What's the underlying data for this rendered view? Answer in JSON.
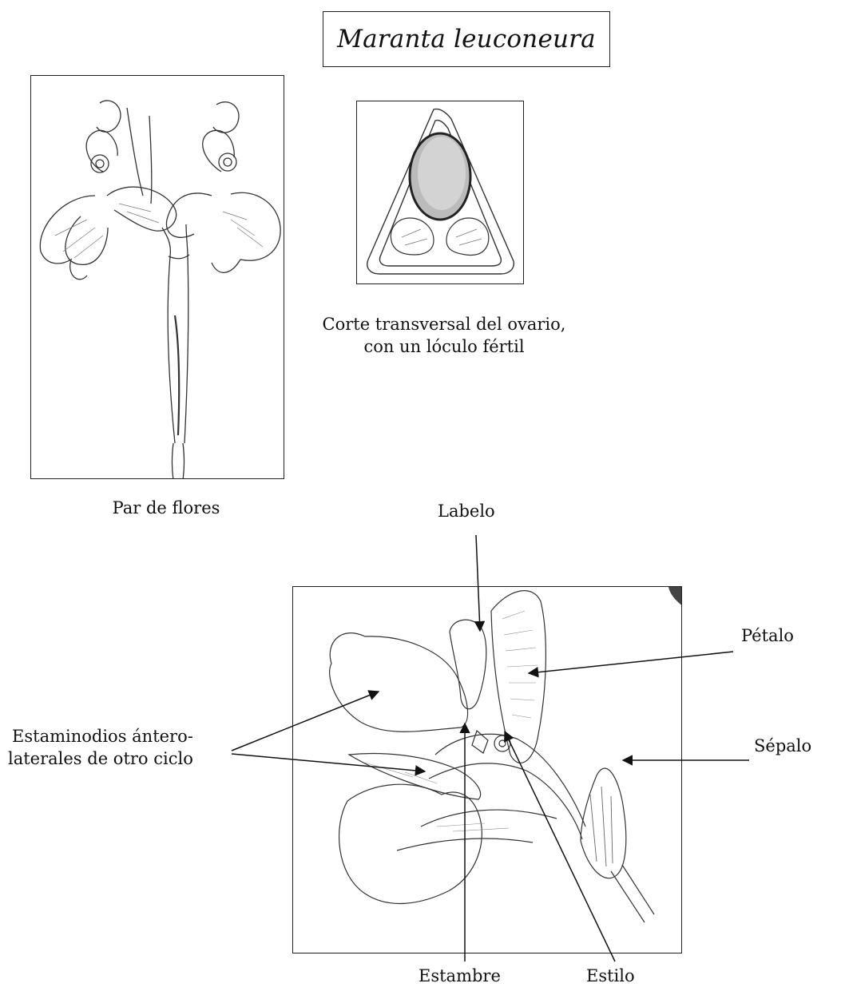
{
  "title": "Maranta leuconeura",
  "captions": {
    "flower_pair": "Par de flores",
    "ovary_line1": "Corte transversal del ovario,",
    "ovary_line2": "con un lóculo fértil"
  },
  "labels": {
    "labelo": "Labelo",
    "petalo": "Pétalo",
    "sepalo": "Sépalo",
    "estaminodios_line1": "Estaminodios ántero-",
    "estaminodios_line2": "laterales de otro ciclo",
    "estambre": "Estambre",
    "estilo": "Estilo"
  },
  "colors": {
    "ink": "#222222",
    "background": "#ffffff"
  }
}
